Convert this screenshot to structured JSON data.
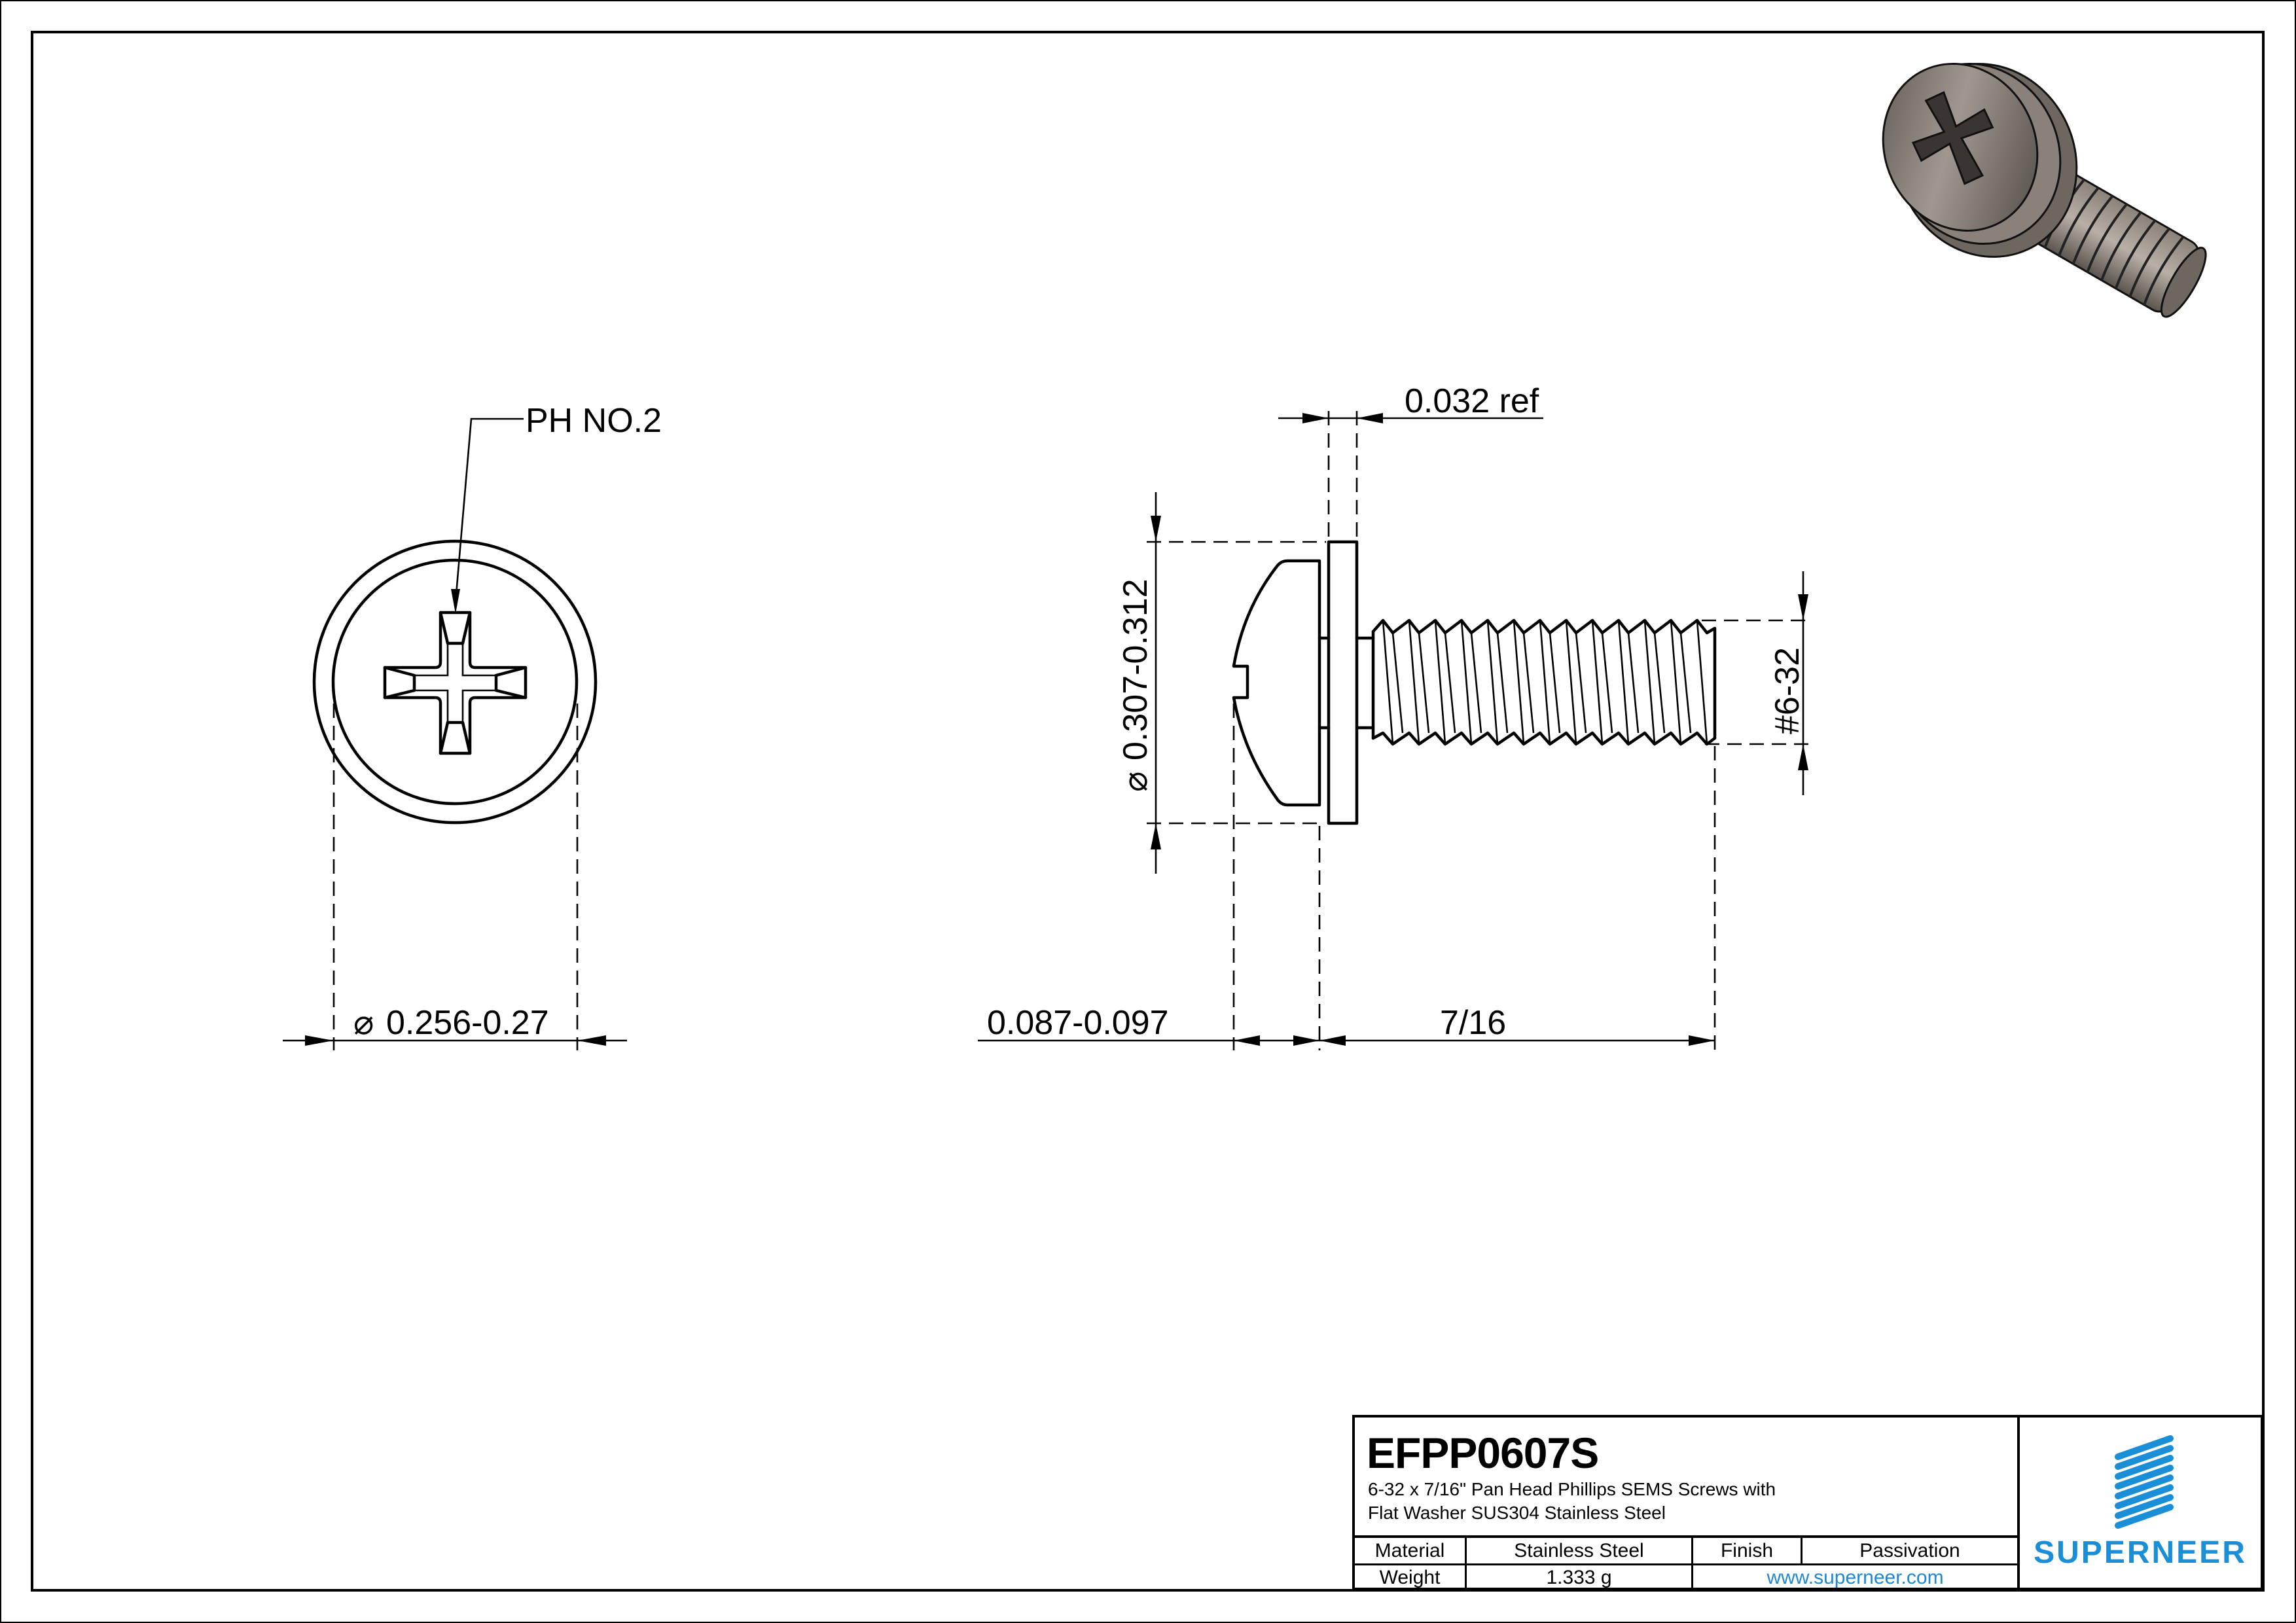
{
  "drawing": {
    "views": {
      "top_view": {
        "callout": "PH NO.2",
        "dimension_diameter": "0.256-0.27",
        "diameter_symbol": "⌀"
      },
      "side_view": {
        "washer_thickness": "0.032 ref",
        "washer_diameter": "0.307-0.312",
        "head_height": "0.087-0.097",
        "length": "7/16",
        "thread": "#6-32",
        "diameter_symbol": "⌀"
      },
      "isometric": {
        "icon": "screw-3d-render"
      }
    }
  },
  "title_block": {
    "part_number": "EFPP0607S",
    "description_line1": "6-32 x 7/16\" Pan Head Phillips SEMS Screws with",
    "description_line2": "Flat Washer SUS304 Stainless Steel",
    "material_label": "Material",
    "material_value": "Stainless Steel",
    "finish_label": "Finish",
    "finish_value": "Passivation",
    "weight_label": "Weight",
    "weight_value": "1.333 g",
    "website": "www.superneer.com",
    "brand": "SUPERNEER",
    "brand_color": "#1a8fd8"
  }
}
